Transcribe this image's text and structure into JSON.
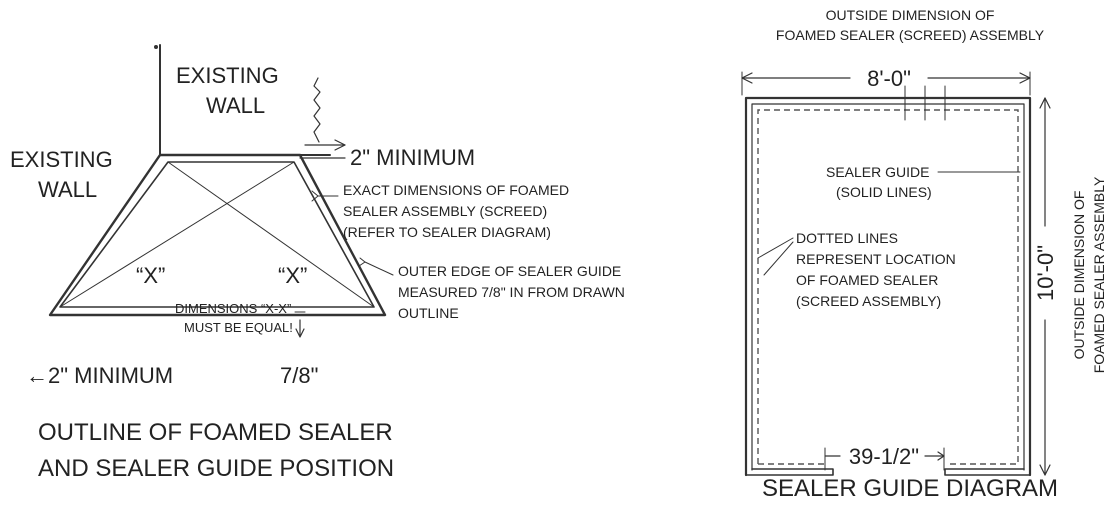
{
  "left": {
    "wall_top_line1": "EXISTING",
    "wall_top_line2": "WALL",
    "wall_left_line1": "EXISTING",
    "wall_left_line2": "WALL",
    "min_top": "2\" MINIMUM",
    "exact_1": "EXACT DIMENSIONS OF FOAMED",
    "exact_2": "SEALER ASSEMBLY (SCREED)",
    "exact_3": "(REFER TO SEALER DIAGRAM)",
    "outer_1": "OUTER EDGE OF SEALER GUIDE",
    "outer_2": "MEASURED 7/8\" IN FROM DRAWN",
    "outer_3": "OUTLINE",
    "x_left": "“X”",
    "x_right": "“X”",
    "equal_1": "DIMENSIONS “X-X”",
    "equal_2": "MUST BE EQUAL!",
    "min_bottom": "←2\" MINIMUM",
    "seven_eighths": "7/8\"",
    "caption_1": "OUTLINE OF FOAMED SEALER",
    "caption_2": "AND SEALER GUIDE POSITION"
  },
  "right": {
    "outside_top_1": "OUTSIDE DIMENSION OF",
    "outside_top_2": "FOAMED SEALER (SCREED) ASSEMBLY",
    "width_dim": "8'-0\"",
    "sealer_guide_1": "SEALER GUIDE",
    "sealer_guide_2": "(SOLID LINES)",
    "dotted_1": "DOTTED LINES",
    "dotted_2": "REPRESENT LOCATION",
    "dotted_3": "OF FOAMED SEALER",
    "dotted_4": "(SCREED ASSEMBLY)",
    "height_dim": "10'-0\"",
    "outside_side_1": "OUTSIDE DIMENSION OF",
    "outside_side_2": "FOAMED SEALER ASSEMBLY",
    "opening_dim": "39-1/2\"",
    "caption": "SEALER GUIDE DIAGRAM"
  }
}
